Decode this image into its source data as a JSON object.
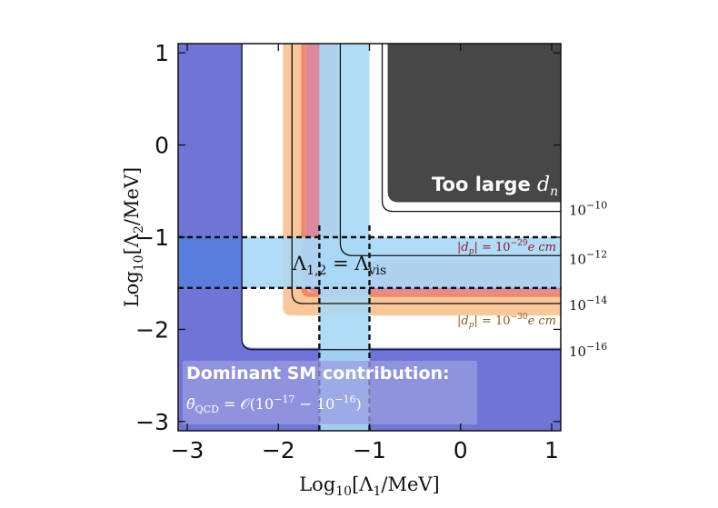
{
  "chart_data": {
    "type": "area",
    "xlabel_prefix": "Log",
    "xlabel_sub": "10",
    "xlabel_main": "[Λ",
    "xlabel_index": "1",
    "xlabel_unit": "/MeV]",
    "ylabel_prefix": "Log",
    "ylabel_sub": "10",
    "ylabel_main": "[Λ",
    "ylabel_index": "2",
    "ylabel_unit": "/MeV]",
    "xlim": [
      -3.1,
      1.1
    ],
    "ylim": [
      -3.1,
      1.1
    ],
    "x_ticks": [
      -3,
      -2,
      -1,
      0,
      1
    ],
    "y_ticks": [
      -3,
      -2,
      -1,
      0,
      1
    ],
    "x_tick_labels": [
      "−3",
      "−2",
      "−1",
      "0",
      "1"
    ],
    "y_tick_labels": [
      "−3",
      "−2",
      "−1",
      "0",
      "1"
    ],
    "grid": false,
    "colors": {
      "sm_region": "#6f74d6",
      "sm_label_box": "#9a9ee0",
      "too_large": "#474747",
      "dp29_band": "#d98a9e",
      "dp30_band": "#f9c79a",
      "orange_edge": "#f08a68",
      "vis_band": "#a8d8f6",
      "vis_overlap": "#4b6fd8"
    },
    "regions": {
      "dominant_sm": {
        "inner_corner": [
          -2.4,
          -2.2
        ],
        "outer_corner": [
          -3.1,
          -3.1
        ]
      },
      "too_large": {
        "corner": [
          -0.8,
          -0.62
        ]
      },
      "contour_1e10": {
        "corner": [
          -0.86,
          -0.72
        ]
      },
      "dp_1e30_band": {
        "inner": [
          -1.95,
          -1.85
        ],
        "outer": [
          -1.75,
          -1.65
        ]
      },
      "dp_1e29_band": {
        "inner": [
          -1.7,
          -1.6
        ],
        "outer": [
          -1.35,
          -1.25
        ]
      },
      "contour_1e14": {
        "corner": [
          -1.85,
          -1.72
        ]
      },
      "contour_1e12": {
        "corner": [
          -1.32,
          -1.2
        ]
      },
      "contour_1e16": {
        "corner": [
          -2.4,
          -2.22
        ]
      },
      "lambda_vis": {
        "range": [
          -1.55,
          -1.0
        ]
      }
    },
    "vis_lines": [
      -1.55,
      -1.0
    ],
    "contour_labels": [
      {
        "base": "10",
        "exp": "−10",
        "y": -0.7
      },
      {
        "base": "10",
        "exp": "−12",
        "y": -1.23
      },
      {
        "base": "10",
        "exp": "−14",
        "y": -1.73
      },
      {
        "base": "10",
        "exp": "−16",
        "y": -2.23
      }
    ],
    "annotations": {
      "too_large": {
        "text": "Too large ",
        "var": "d",
        "sub": "n"
      },
      "lambda_vis": {
        "lhs": "Λ",
        "lhs_sub": "1,2",
        "eq": " = Λ",
        "rhs_sub": "vis"
      },
      "dp_1e29": {
        "open": "|",
        "var": "d",
        "sub": "p",
        "close": "| = 10",
        "exp": "−29",
        "unit": "e cm"
      },
      "dp_1e30": {
        "open": "|",
        "var": "d",
        "sub": "p",
        "close": "| = 10",
        "exp": "−30",
        "unit": "e cm"
      },
      "sm_title": "Dominant SM contribution:",
      "sm_formula": {
        "lhs": "θ̄",
        "lhs_sub": "QCD",
        "mid": " = 𝒪(10",
        "exp1": "−17",
        "dash": " − 10",
        "exp2": "−16",
        "end": ")"
      }
    }
  }
}
